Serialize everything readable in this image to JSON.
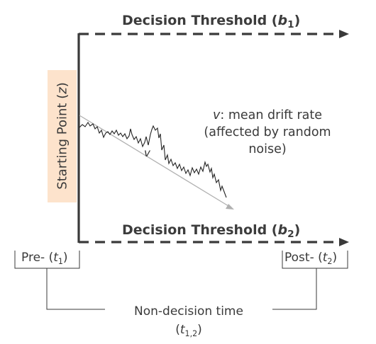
{
  "threshold_top": {
    "label": "Decision Threshold (",
    "var": "b",
    "sub": "1",
    "close": ")"
  },
  "threshold_bottom": {
    "label": "Decision Threshold (",
    "var": "b",
    "sub": "2",
    "close": ")"
  },
  "starting_point": {
    "label": "Starting Point (",
    "var": "z",
    "close": ")"
  },
  "drift": {
    "var": "v",
    "line1": ": mean drift rate",
    "line2": "(affected by random",
    "line3": "noise)",
    "arrow_mark": "v"
  },
  "pre": {
    "label": "Pre- (",
    "var": "t",
    "sub": "1",
    "close": ")"
  },
  "post": {
    "label": "Post- (",
    "var": "t",
    "sub": "2",
    "close": ")"
  },
  "nondecision": {
    "line1": "Non-decision time",
    "open": "(",
    "var": "t",
    "sub": "1,2",
    "close": ")"
  },
  "colors": {
    "axis": "#3a3a3a",
    "box": "#fde3cc",
    "arrow": "#b0b0b0",
    "path": "#222222"
  },
  "path_points": [
    [
      112,
      180
    ],
    [
      116,
      176
    ],
    [
      120,
      179
    ],
    [
      124,
      173
    ],
    [
      127,
      178
    ],
    [
      131,
      175
    ],
    [
      134,
      182
    ],
    [
      137,
      179
    ],
    [
      140,
      188
    ],
    [
      143,
      184
    ],
    [
      146,
      194
    ],
    [
      149,
      188
    ],
    [
      152,
      186
    ],
    [
      155,
      190
    ],
    [
      158,
      185
    ],
    [
      161,
      189
    ],
    [
      164,
      184
    ],
    [
      167,
      191
    ],
    [
      170,
      188
    ],
    [
      173,
      193
    ],
    [
      176,
      189
    ],
    [
      179,
      196
    ],
    [
      182,
      192
    ],
    [
      184,
      182
    ],
    [
      186,
      190
    ],
    [
      189,
      197
    ],
    [
      192,
      193
    ],
    [
      195,
      202
    ],
    [
      198,
      196
    ],
    [
      201,
      207
    ],
    [
      204,
      201
    ],
    [
      206,
      193
    ],
    [
      209,
      205
    ],
    [
      212,
      190
    ],
    [
      214,
      183
    ],
    [
      216,
      178
    ],
    [
      219,
      184
    ],
    [
      222,
      181
    ],
    [
      224,
      195
    ],
    [
      226,
      189
    ],
    [
      228,
      212
    ],
    [
      231,
      205
    ],
    [
      233,
      226
    ],
    [
      236,
      219
    ],
    [
      238,
      231
    ],
    [
      241,
      225
    ],
    [
      244,
      234
    ],
    [
      247,
      230
    ],
    [
      250,
      238
    ],
    [
      253,
      232
    ],
    [
      256,
      241
    ],
    [
      259,
      236
    ],
    [
      262,
      245
    ],
    [
      265,
      240
    ],
    [
      268,
      248
    ],
    [
      271,
      237
    ],
    [
      274,
      244
    ],
    [
      277,
      239
    ],
    [
      280,
      246
    ],
    [
      283,
      236
    ],
    [
      286,
      242
    ],
    [
      289,
      229
    ],
    [
      291,
      235
    ],
    [
      293,
      232
    ],
    [
      296,
      243
    ],
    [
      298,
      238
    ],
    [
      300,
      251
    ],
    [
      302,
      246
    ],
    [
      305,
      258
    ],
    [
      308,
      254
    ],
    [
      311,
      269
    ],
    [
      313,
      263
    ],
    [
      316,
      271
    ],
    [
      319,
      279
    ]
  ]
}
